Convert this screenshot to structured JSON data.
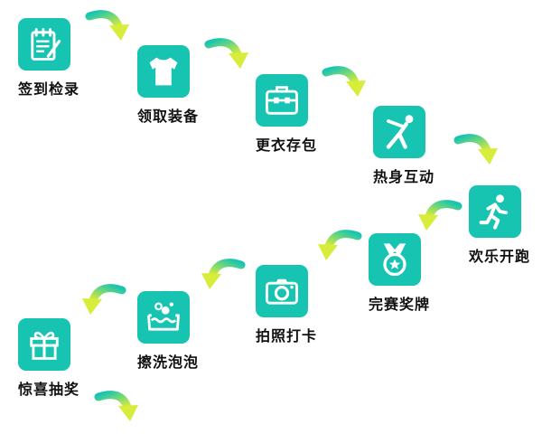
{
  "steps": [
    {
      "label": "签到检录",
      "icon": "checklist-icon"
    },
    {
      "label": "领取装备",
      "icon": "tshirt-icon"
    },
    {
      "label": "更衣存包",
      "icon": "toolbox-icon"
    },
    {
      "label": "热身互动",
      "icon": "stretching-person-icon"
    },
    {
      "label": "欢乐开跑",
      "icon": "running-person-icon"
    },
    {
      "label": "完赛奖牌",
      "icon": "medal-icon"
    },
    {
      "label": "拍照打卡",
      "icon": "camera-icon"
    },
    {
      "label": "擦洗泡泡",
      "icon": "bubble-bath-icon"
    },
    {
      "label": "惊喜抽奖",
      "icon": "gift-box-icon"
    }
  ],
  "colors": {
    "tile": "#17c4b2",
    "icon": "#ffffff",
    "label": "#111111",
    "arrow_start": "#17c4b2",
    "arrow_end": "#d8ec3a"
  }
}
